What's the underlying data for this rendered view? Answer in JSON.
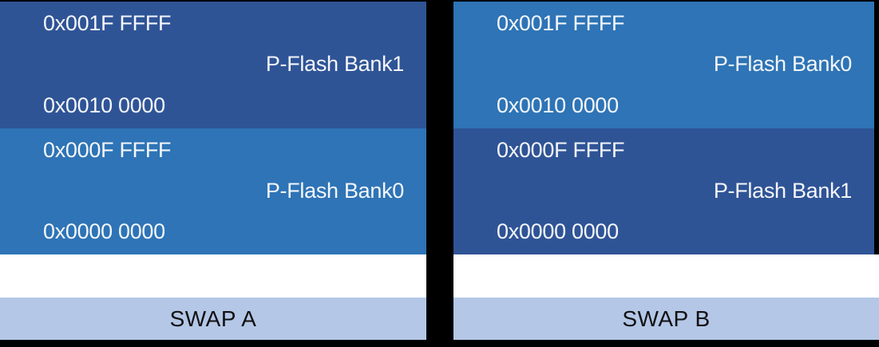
{
  "colors": {
    "dark_blue": "#2F5496",
    "medium_blue": "#2E74B6",
    "light_blue": "#B4C7E7",
    "frame": "#000000",
    "gap": "#FFFFFF",
    "block_text": "#F4F6F9",
    "swap_text": "#111111"
  },
  "panels": [
    {
      "footer": "SWAP A",
      "blocks": [
        {
          "shade": "dark",
          "top_address": "0x001F FFFF",
          "label": "P-Flash Bank1",
          "bottom_address": "0x0010 0000"
        },
        {
          "shade": "medium",
          "top_address": "0x000F FFFF",
          "label": "P-Flash Bank0",
          "bottom_address": "0x0000 0000"
        }
      ]
    },
    {
      "footer": "SWAP B",
      "blocks": [
        {
          "shade": "medium",
          "top_address": "0x001F FFFF",
          "label": "P-Flash Bank0",
          "bottom_address": "0x0010 0000"
        },
        {
          "shade": "dark",
          "top_address": "0x000F FFFF",
          "label": "P-Flash Bank1",
          "bottom_address": "0x0000 0000"
        }
      ]
    }
  ]
}
